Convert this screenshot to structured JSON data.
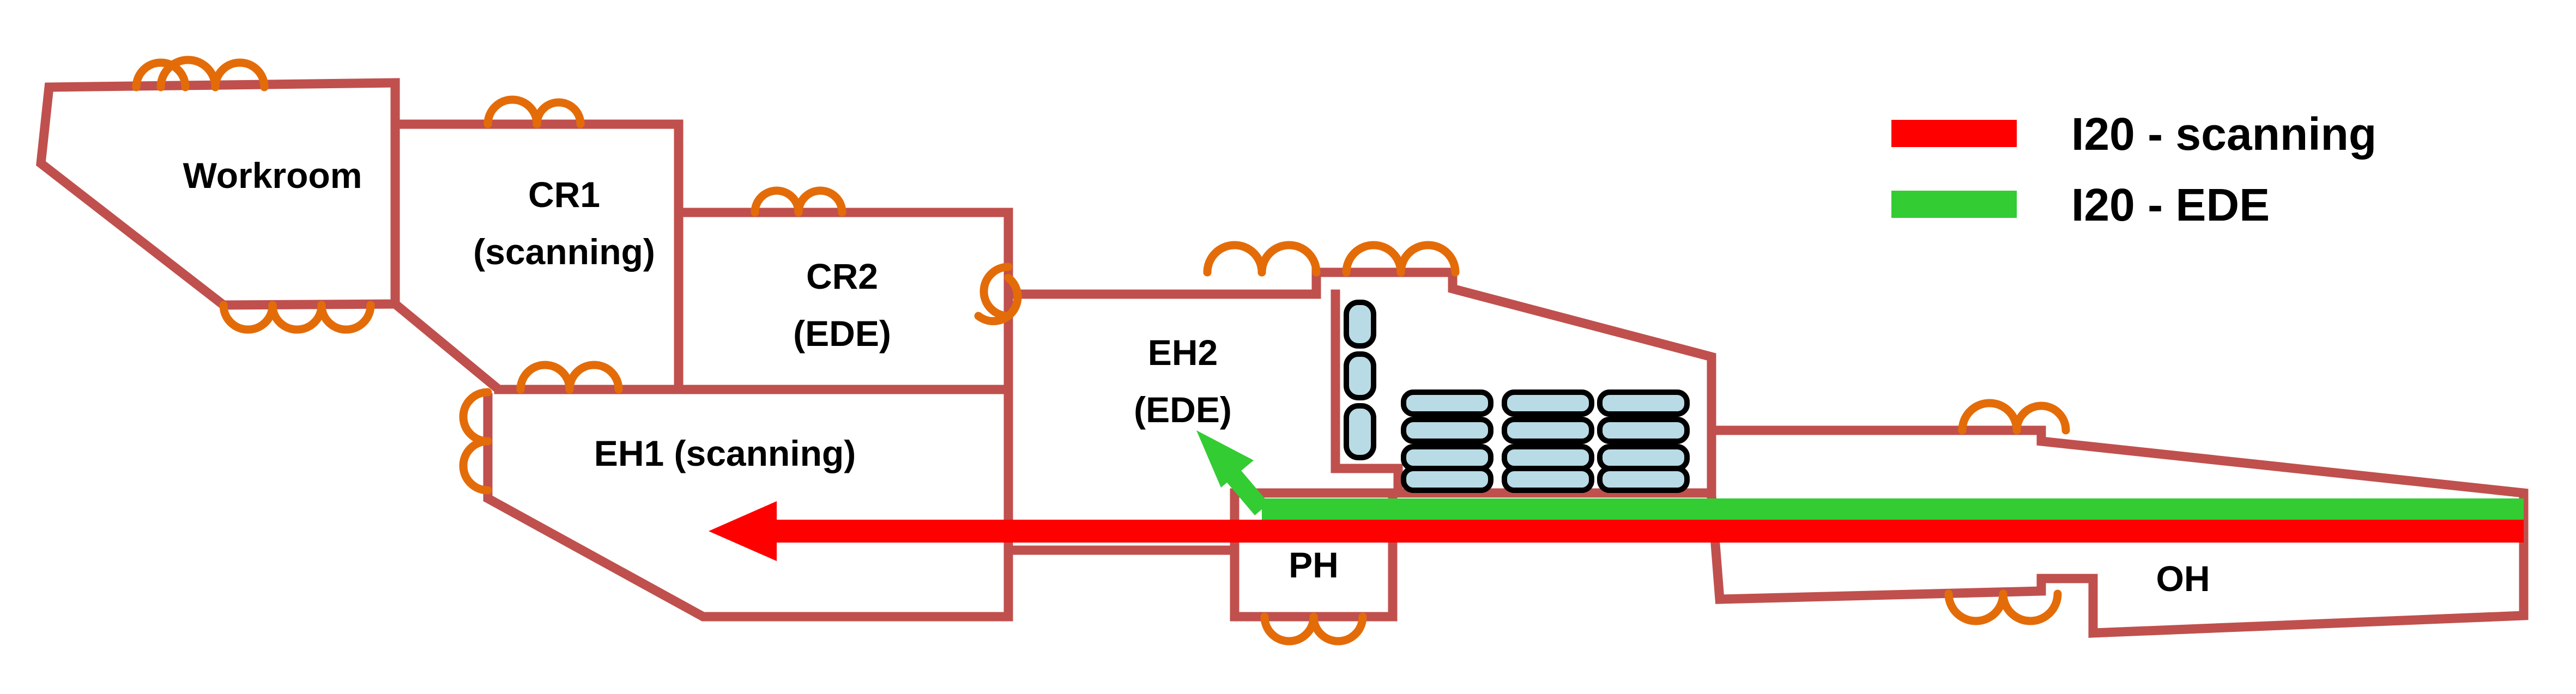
{
  "rooms": {
    "workroom": "Workroom",
    "cr1_line1": "CR1",
    "cr1_line2": "(scanning)",
    "cr2_line1": "CR2",
    "cr2_line2": "(EDE)",
    "eh2_line1": "EH2",
    "eh2_line2": "(EDE)",
    "eh1": "EH1 (scanning)",
    "ph": "PH",
    "oh": "OH"
  },
  "legend": {
    "items": [
      {
        "label": "I20 - scanning",
        "color": "#ff0000"
      },
      {
        "label": "I20 - EDE",
        "color": "#33cc33"
      }
    ]
  },
  "colors": {
    "wall": "#c0504d",
    "door": "#e36c09",
    "beam_scanning": "#ff0000",
    "beam_ede": "#33cc33",
    "shielding_fill": "#b8dbe6"
  },
  "icons": [
    "door-arc-icon",
    "beam-arrow-icon",
    "shielding-block-icon"
  ]
}
